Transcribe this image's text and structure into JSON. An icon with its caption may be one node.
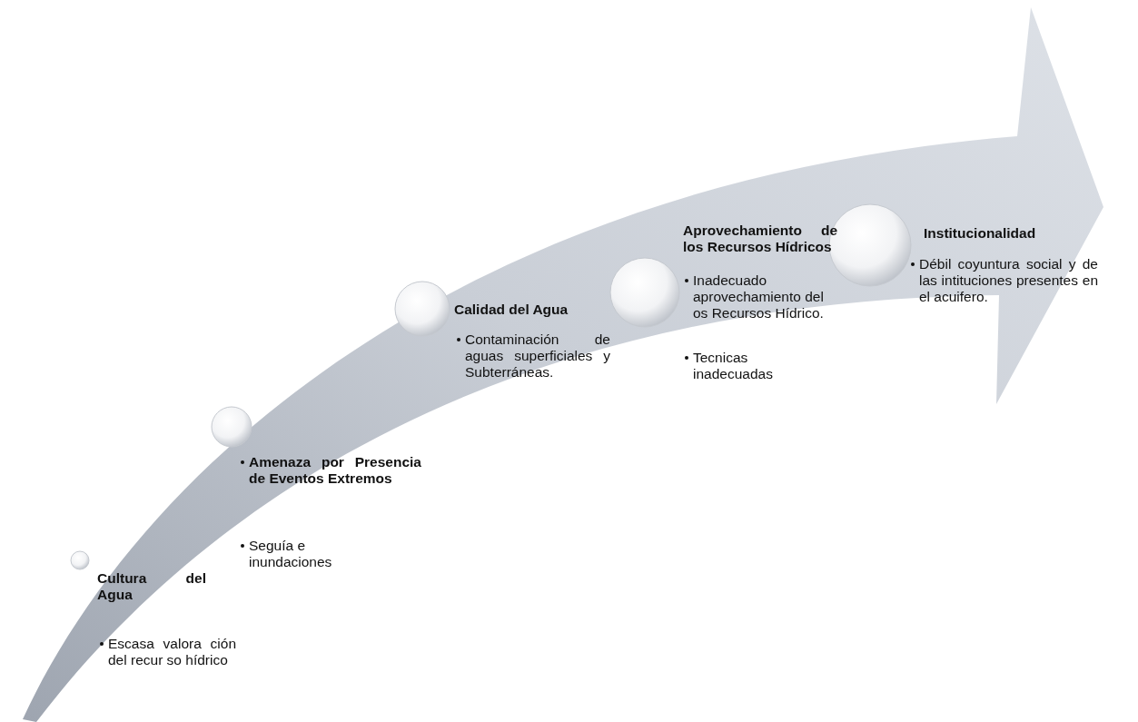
{
  "diagram": {
    "nodes": [
      {
        "text": [
          "Cultura del Agua",
          "Escasa valora ción del recur so hídrico"
        ]
      },
      {
        "text": [
          "Amenaza por Presencia de Eventos Extremos",
          "Seguía e inundaciones"
        ]
      },
      {
        "text": [
          "Calidad del Agua",
          "Contaminación de aguas superficiales y Subterráneas."
        ]
      },
      {
        "text": [
          "Aprovechamiento de los Recursos Hídricos",
          "Inadecuado aprovechamiento del os Recursos Hídrico.",
          "Tecnicas inadecuadas"
        ]
      },
      {
        "text": [
          "Institucionalidad",
          "Débil coyuntura social y de las intituciones presentes en el acuifero."
        ]
      }
    ]
  }
}
